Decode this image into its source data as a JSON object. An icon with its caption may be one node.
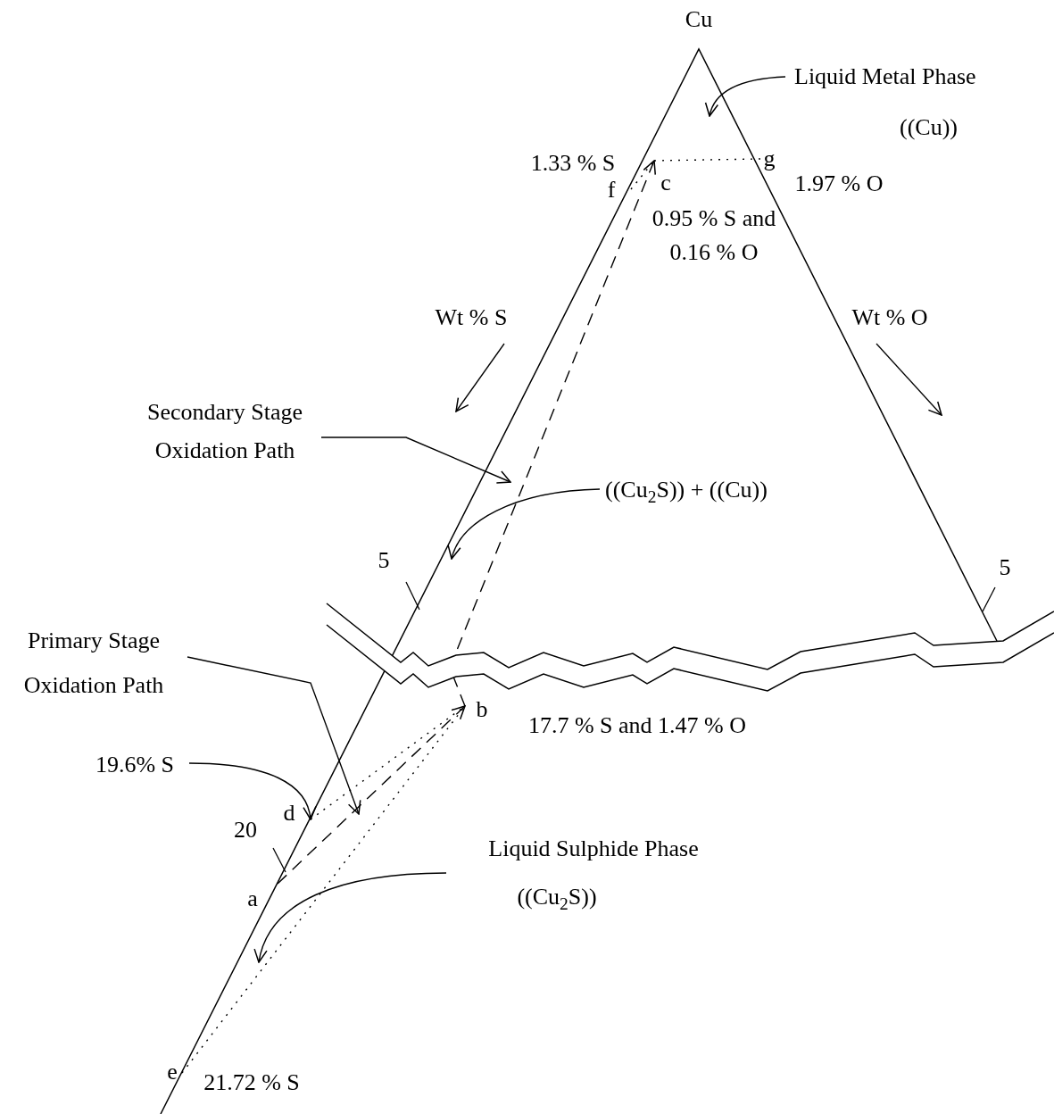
{
  "diagram": {
    "nodes": [
      {
        "text": [
          "Liquid Metal Phase",
          "((Cu))"
        ]
      },
      {
        "text": [
          "Secondary Stage Oxidation Path"
        ]
      },
      {
        "text": [
          "((Cu$_{2}$S)) + ((Cu))"
        ]
      },
      {
        "text": [
          "Primary Stage Oxidation Path"
        ]
      },
      {
        "text": [
          "19.6% S"
        ]
      },
      {
        "text": [
          "Liquid Sulphide Phase",
          "((Cu$_{2}$S))"
        ]
      },
      {
        "text": [
          "a"
        ]
      },
      {
        "text": [
          "b"
        ]
      },
      {
        "text": [
          "c"
        ]
      },
      {
        "text": [
          "d"
        ]
      },
      {
        "text": [
          "e"
        ]
      },
      {
        "text": [
          "f"
        ]
      },
      {
        "text": [
          "g"
        ]
      }
    ],
    "edges": [
      {
        "from": 0,
        "to": null,
        "arrow": "to"
      },
      {
        "from": 1,
        "to": null,
        "arrow": "to"
      },
      {
        "from": 2,
        "to": null,
        "arrow": "to"
      },
      {
        "from": 3,
        "to": null,
        "arrow": "to"
      },
      {
        "from": 4,
        "to": 9,
        "arrow": "to"
      },
      {
        "from": 5,
        "to": null,
        "arrow": "to"
      },
      {
        "from": 6,
        "to": 7,
        "arrow": "to",
        "style": "dashed"
      },
      {
        "from": 7,
        "to": 8,
        "arrow": "to",
        "style": "dashed"
      },
      {
        "from": 9,
        "to": 7,
        "arrow": "none",
        "style": "dashed"
      },
      {
        "from": 10,
        "to": 7,
        "arrow": "none",
        "style": "dashed"
      },
      {
        "from": 11,
        "to": 8,
        "arrow": "none",
        "style": "dashed"
      },
      {
        "from": 8,
        "to": 12,
        "arrow": "none",
        "style": "dashed"
      }
    ],
    "labels": [
      "Cu",
      "1.33 % S",
      "1.97 % O",
      "0.95 % S and 0.16 % O",
      "Wt % S",
      "Wt % O",
      "5",
      "5",
      "17.7 % S and 1.47 % O",
      "20",
      "21.72 % S"
    ]
  }
}
